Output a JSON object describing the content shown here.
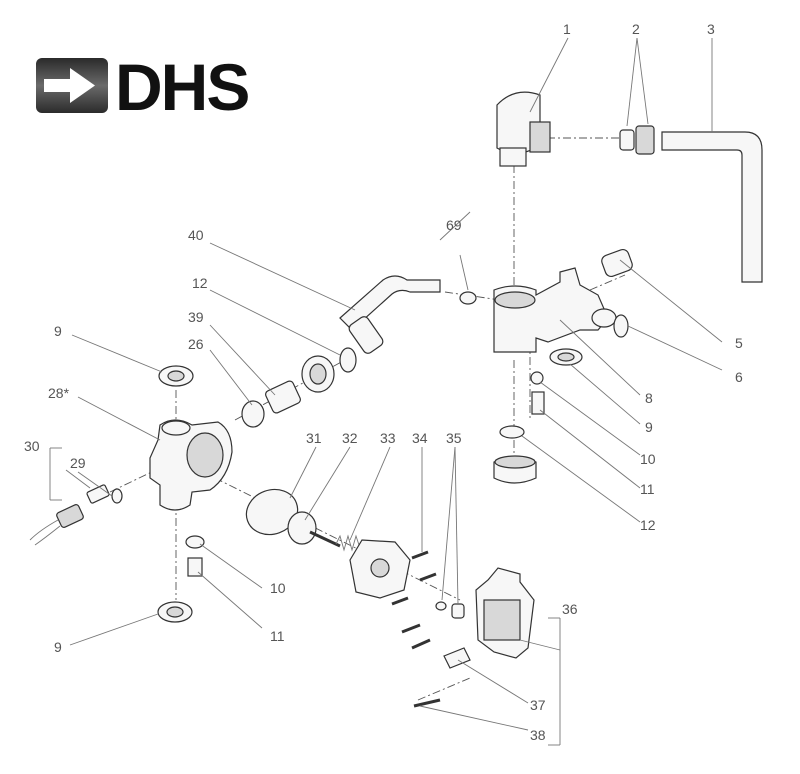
{
  "logo": {
    "text": "DHS",
    "icon": "right-arrow-icon"
  },
  "callouts": [
    "1",
    "2",
    "3",
    "5",
    "6",
    "8",
    "9",
    "10",
    "11",
    "12",
    "40",
    "69",
    "12",
    "39",
    "26",
    "9",
    "28*",
    "30",
    "29",
    "31",
    "32",
    "33",
    "34",
    "35",
    "10",
    "11",
    "9",
    "36",
    "37",
    "38"
  ]
}
